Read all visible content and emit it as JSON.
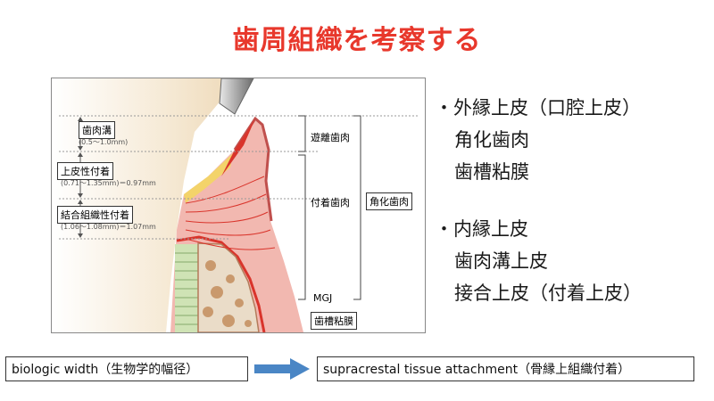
{
  "title": "歯周組織を考察する",
  "figure": {
    "labels": {
      "sulcus": "歯肉溝",
      "sulcus_range": "(0.5～1.0mm)",
      "epithelial_attachment": "上皮性付着",
      "epithelial_range": "(0.71～1.35mm)＝0.97mm",
      "connective_attachment": "結合組織性付着",
      "connective_range": "(1.06～1.08mm)＝1.07mm",
      "free_gingiva": "遊離歯肉",
      "attached_gingiva": "付着歯肉",
      "keratinized_gingiva": "角化歯肉",
      "mgj": "MGJ",
      "alveolar_mucosa": "歯槽粘膜"
    }
  },
  "bullets": {
    "outer": {
      "heading": "・外縁上皮（口腔上皮）",
      "items": [
        "角化歯肉",
        "歯槽粘膜"
      ]
    },
    "inner": {
      "heading": "・内縁上皮",
      "items": [
        "歯肉溝上皮",
        "接合上皮（付着上皮）"
      ]
    }
  },
  "bottom": {
    "old_term": "biologic width（生物学的幅径）",
    "new_term": "supracrestal tissue attachment（骨縁上組織付着）"
  },
  "colors": {
    "title": "#e8382c",
    "arrow": "#4a86c5",
    "gingiva": "#f2b8b0",
    "bone": "#eadcc8",
    "periodontal_line": "#d9342b"
  }
}
